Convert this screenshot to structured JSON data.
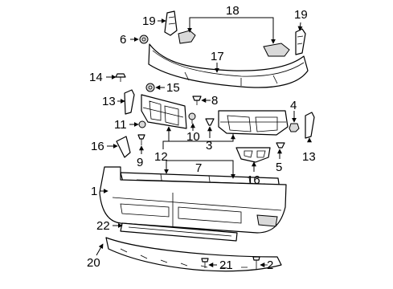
{
  "callouts": {
    "c1": "1",
    "c2": "2",
    "c3": "3",
    "c4": "4",
    "c5": "5",
    "c6": "6",
    "c7": "7",
    "c8": "8",
    "c9": "9",
    "c10": "10",
    "c11": "11",
    "c12": "12",
    "c13a": "13",
    "c13b": "13",
    "c14": "14",
    "c15": "15",
    "c16a": "16",
    "c16b": "16",
    "c17": "17",
    "c18": "18",
    "c19a": "19",
    "c19b": "19",
    "c20": "20",
    "c21": "21",
    "c22": "22"
  }
}
